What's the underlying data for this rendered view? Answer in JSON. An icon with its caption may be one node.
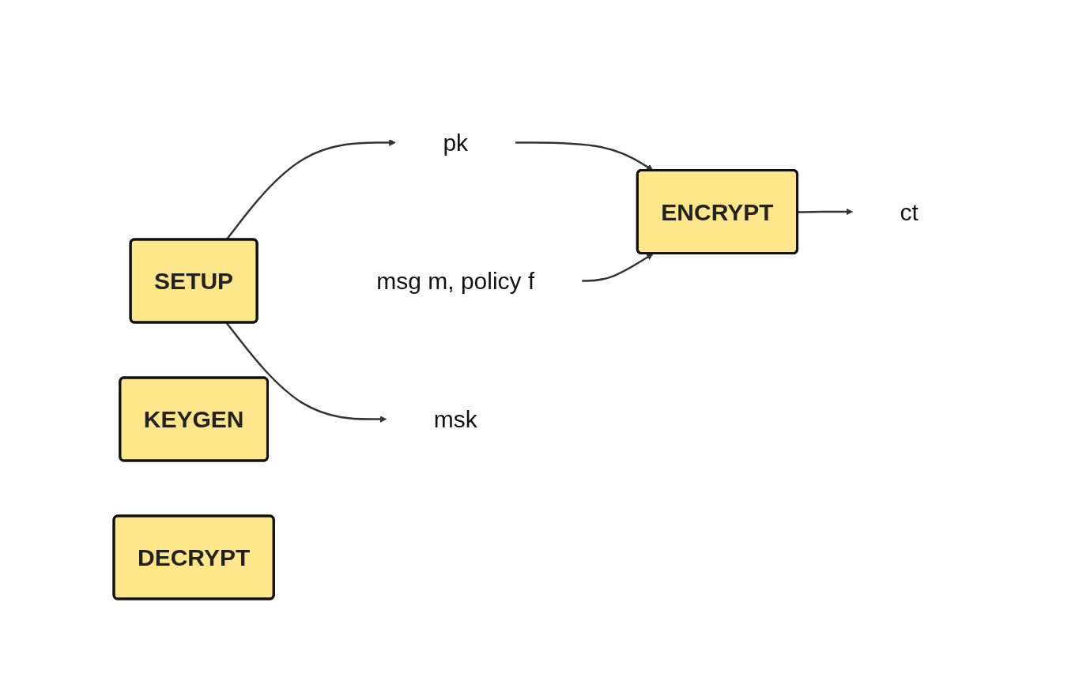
{
  "diagram": {
    "nodes": [
      {
        "text": [
          "msg m, policy f"
        ]
      },
      {
        "text": [
          "SETUP"
        ]
      },
      {
        "text": [
          "pk"
        ]
      },
      {
        "text": [
          "ENCRYPT"
        ]
      },
      {
        "text": [
          "msk"
        ]
      },
      {
        "text": [
          "ct"
        ]
      },
      {
        "text": [
          "KEYGEN"
        ]
      },
      {
        "text": [
          "DECRYPT"
        ]
      }
    ],
    "edges": [
      {
        "from": 1,
        "to": 2,
        "arrow": "to"
      },
      {
        "from": 2,
        "to": 3,
        "arrow": "to"
      },
      {
        "from": 0,
        "to": 3,
        "arrow": "to"
      },
      {
        "from": 1,
        "to": 4,
        "arrow": "to"
      },
      {
        "from": 3,
        "to": 5,
        "arrow": "to"
      }
    ]
  }
}
